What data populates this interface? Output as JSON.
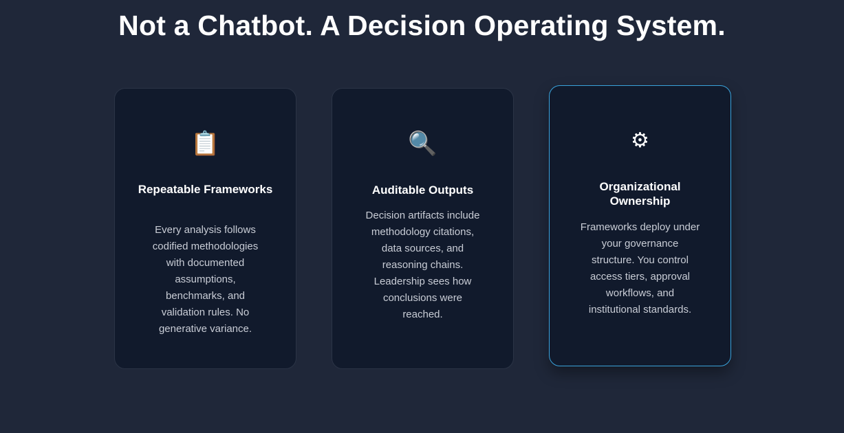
{
  "heading": "Not a Chatbot. A Decision Operating System.",
  "cards": [
    {
      "icon": "📋",
      "icon_name": "clipboard-icon",
      "title": "Repeatable Frameworks",
      "description": "Every analysis follows codified methodologies with documented assumptions, benchmarks, and validation rules. No generative variance."
    },
    {
      "icon": "🔍",
      "icon_name": "magnifying-glass-icon",
      "title": "Auditable Outputs",
      "description": "Decision artifacts include methodology citations, data sources, and reasoning chains. Leadership sees how conclusions were reached."
    },
    {
      "icon": "⚙",
      "icon_name": "gear-icon",
      "title": "Organizational Ownership",
      "description": "Frameworks deploy under your governance structure. You control access tiers, approval workflows, and institutional standards."
    }
  ],
  "colors": {
    "background": "#1f2739",
    "card": "#111a2c",
    "active_border": "#3aa3dc"
  }
}
